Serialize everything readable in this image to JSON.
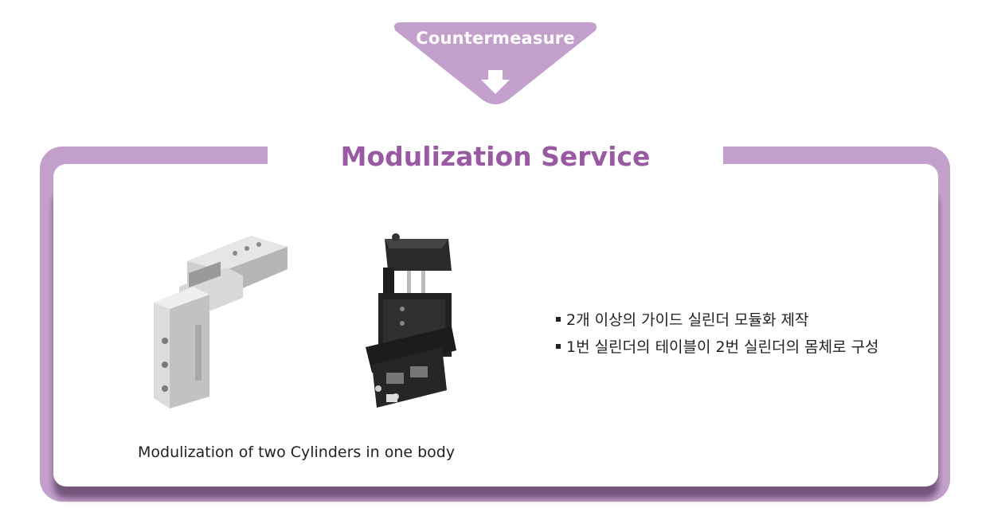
{
  "banner": {
    "label": "Countermeasure",
    "icon": "arrow-down-icon"
  },
  "section": {
    "title": "Modulization Service"
  },
  "images": [
    {
      "icon": "silver-guide-cylinder-module-image"
    },
    {
      "icon": "black-guide-cylinder-module-image"
    }
  ],
  "caption": "Modulization of two Cylinders in one body",
  "bullets": [
    "2개 이상의 가이드 실린더 모듈화 제작",
    "1번 실린더의 테이블이 2번 실린더의 몸체로 구성"
  ],
  "colors": {
    "accent": "#c39fcb",
    "title": "#9a5aa3",
    "shadow": "#6b4e74"
  }
}
